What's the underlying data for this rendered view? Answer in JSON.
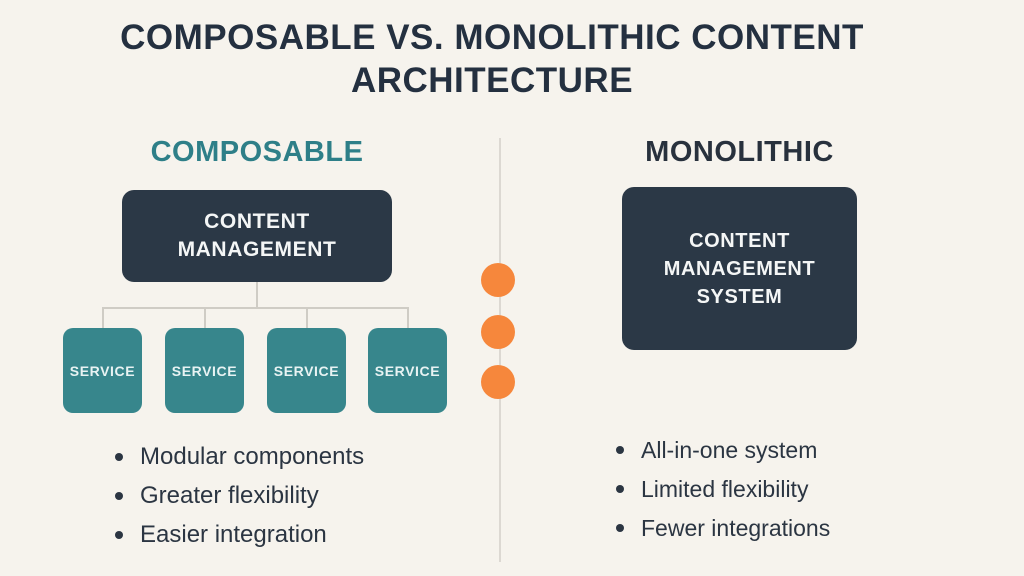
{
  "title": {
    "line1": "COMPOSABLE VS. MONOLITHIC CONTENT",
    "line2": "ARCHITECTURE"
  },
  "composable": {
    "heading": "COMPOSABLE",
    "root_box_label": "CONTENT MANAGEMENT",
    "services": [
      "SERVICE",
      "SERVICE",
      "SERVICE",
      "SERVICE"
    ],
    "bullets": [
      "Modular components",
      "Greater flexibility",
      "Easier integration"
    ]
  },
  "monolithic": {
    "heading": "MONOLITHIC",
    "box_label": "CONTENT MANAGEMENT SYSTEM",
    "bullets": [
      "All-in-one system",
      "Limited flexibility",
      "Fewer integrations"
    ]
  },
  "divider": {
    "dot_count": 3
  },
  "colors": {
    "background": "#f6f3ed",
    "title_text": "#243040",
    "dark_box": "#2b3846",
    "teal_box": "#37868c",
    "teal_heading": "#2e7f88",
    "monolithic_heading": "#28313d",
    "orange_dot": "#f6873c",
    "connector_line": "#cfccc5",
    "divider_line": "#dcd8d2",
    "bullet_text": "#2b3542"
  }
}
